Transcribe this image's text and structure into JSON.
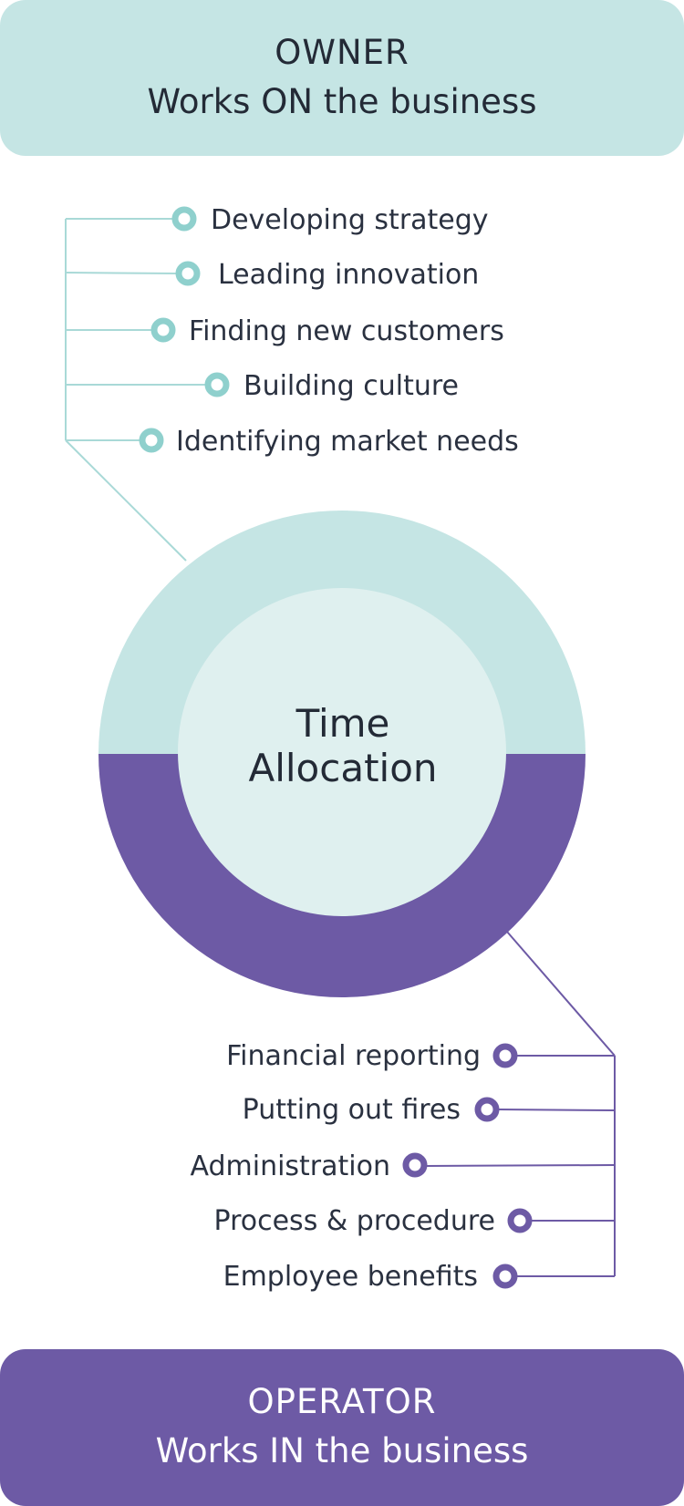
{
  "owner": {
    "title": "OWNER",
    "subtitle": "Works ON the business"
  },
  "operator": {
    "title": "OPERATOR",
    "subtitle": "Works IN the business"
  },
  "center": {
    "line1": "Time",
    "line2": "Allocation"
  },
  "owner_items": [
    "Developing strategy",
    "Leading innovation",
    "Finding new customers",
    "Building culture",
    "Identifying market needs"
  ],
  "operator_items": [
    "Financial reporting",
    "Putting out fires",
    "Administration",
    "Process & procedure",
    "Employee benefits"
  ],
  "colors": {
    "owner_light": "#c5e5e4",
    "owner_inner": "#dff0ef",
    "owner_line": "#a9d9d7",
    "owner_dot": "#8fd0cd",
    "operator": "#6d5aa5",
    "text": "#232a36"
  }
}
